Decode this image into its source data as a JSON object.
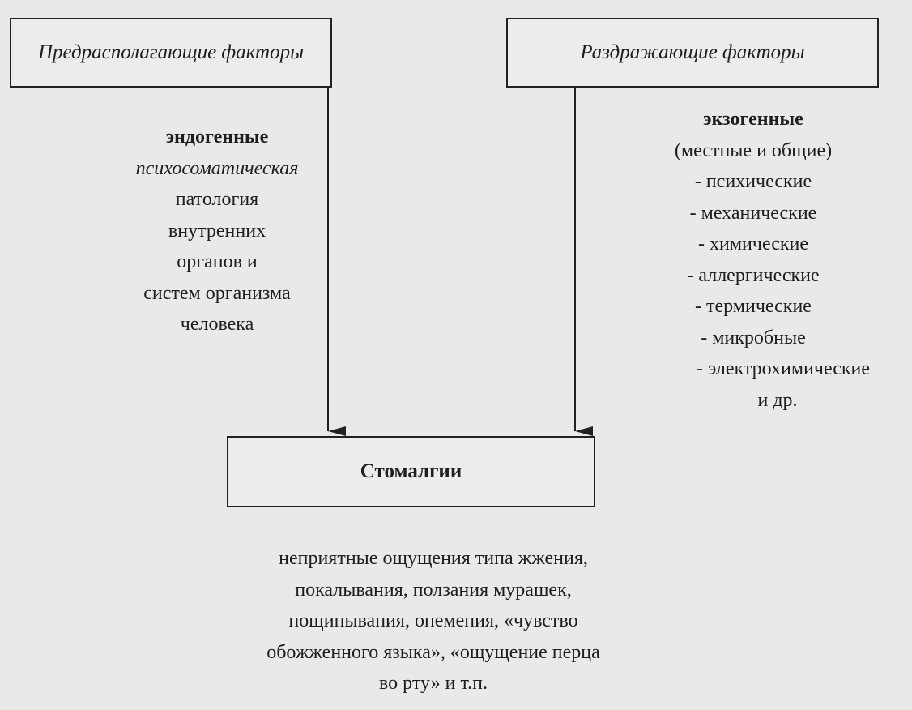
{
  "boxes": {
    "predisposing": "Предрасполагающие факторы",
    "irritating": "Раздражающие факторы",
    "result": "Стомалгии"
  },
  "left_column": {
    "heading": "эндогенные",
    "lines": [
      "психосоматическая",
      "патология",
      "внутренних",
      "органов и",
      "систем организма",
      "человека"
    ]
  },
  "right_column": {
    "heading": "экзогенные",
    "subheading": "(местные и общие)",
    "items": [
      "- психические",
      "- механические",
      "- химические",
      "- аллергические",
      "- термические",
      "- микробные",
      "- электрохимические",
      "и др."
    ]
  },
  "bottom_text": {
    "lines": [
      "неприятные ощущения типа жжения,",
      "покалывания, ползания мурашек,",
      "пощипывания, онемения, «чувство",
      "обожженного языка», «ощущение перца",
      "во рту» и т.п."
    ]
  }
}
